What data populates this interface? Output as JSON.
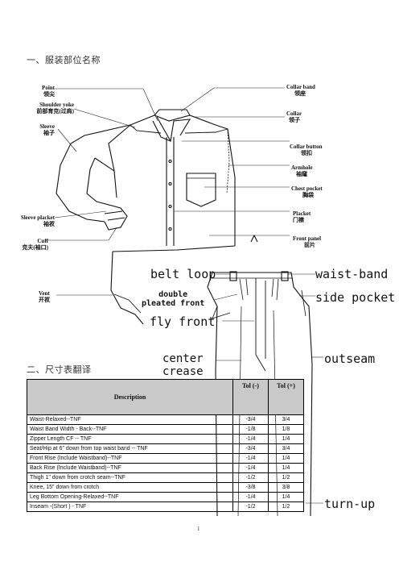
{
  "section1_title": "一、服装部位名称",
  "section2_title": "二、尺寸表翻译",
  "shirt_labels": {
    "point_en": "Point",
    "point_cn": "领尖",
    "shoulder_yoke_en": "Shoulder yoke",
    "shoulder_yoke_cn": "前部育克(过肩)",
    "sleeve_en": "Sleeve",
    "sleeve_cn": "袖子",
    "sleeve_placket_en": "Sleeve placket",
    "sleeve_placket_cn": "袖衩",
    "cuff_en": "Cuff",
    "cuff_cn": "克夫(袖口)",
    "vent_en": "Vent",
    "vent_cn": "开衩",
    "collar_band_en": "Collar band",
    "collar_band_cn": "领座",
    "collar_en": "Collar",
    "collar_cn": "领子",
    "collar_button_en": "Collar button",
    "collar_button_cn": "领扣",
    "armhole_en": "Armhole",
    "armhole_cn": "袖窿",
    "chest_pocket_en": "Chest pocket",
    "chest_pocket_cn": "胸袋",
    "placket_en": "Placket",
    "placket_cn": "门襟",
    "front_panel_en": "Front panel",
    "front_panel_cn": "前片"
  },
  "pants_labels": {
    "belt_loop": "belt loop",
    "double_pleated_front": "double\npleated front",
    "fly_front": "fly front",
    "center_crease": "center\ncrease",
    "waist_band": "waist-band",
    "side_pocket": "side pocket",
    "outseam": "outseam",
    "turn_up": "turn-up"
  },
  "table": {
    "headers": {
      "description": "Description",
      "tol_minus": "Tol (-)",
      "tol_plus": "Tol (+)"
    },
    "rows": [
      {
        "description": "Waist-Relaxed--TNF",
        "tol_minus": "-3/4",
        "tol_plus": "3/4"
      },
      {
        "description": "Waist Band Width - Back--TNF",
        "tol_minus": "-1/8",
        "tol_plus": "1/8"
      },
      {
        "description": "Zipper Length CF -- TNF",
        "tol_minus": "-1/4",
        "tol_plus": "1/4"
      },
      {
        "description": "Seat/Hip at 6\" down from top waist band -- TNF",
        "tol_minus": "-3/4",
        "tol_plus": "3/4"
      },
      {
        "description": "Front Rise (Include Waistband)--TNF",
        "tol_minus": "-1/4",
        "tol_plus": "1/4"
      },
      {
        "description": "Back Rise (Include Waistband)--TNF",
        "tol_minus": "-1/4",
        "tol_plus": "1/4"
      },
      {
        "description": "Thigh 1\" down from crotch seam--TNF",
        "tol_minus": "-1/2",
        "tol_plus": "1/2"
      },
      {
        "description": "Knee, 15\" down from crotch",
        "tol_minus": "-3/8",
        "tol_plus": "3/8"
      },
      {
        "description": "Leg Bottom Opening-Relaxed--TNF",
        "tol_minus": "-1/4",
        "tol_plus": "1/4"
      },
      {
        "description": "Inseam -(Short ) - TNF",
        "tol_minus": "-1/2",
        "tol_plus": "1/2"
      }
    ]
  },
  "page_number": "1"
}
